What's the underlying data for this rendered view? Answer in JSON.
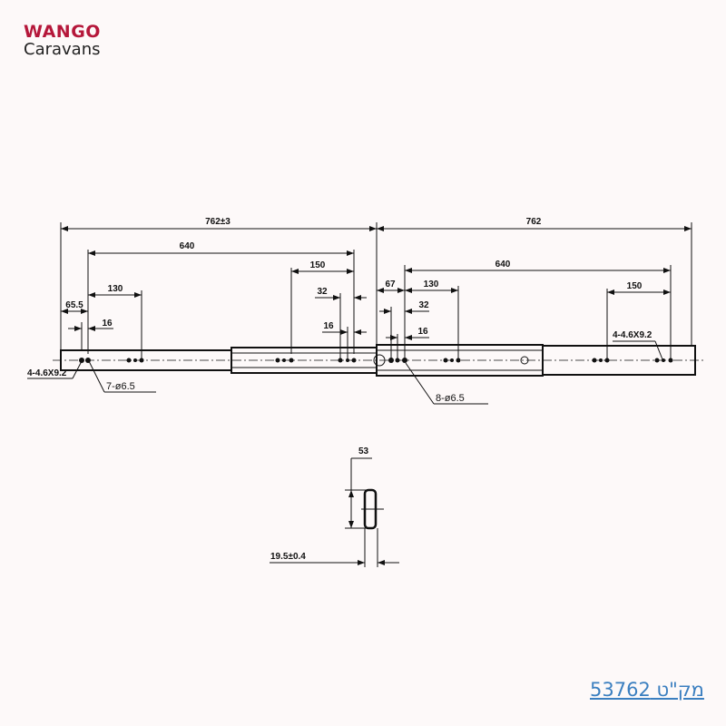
{
  "brand": {
    "line1": "WANGO",
    "line2": "Caravans",
    "accent_color": "#b5173a"
  },
  "drawing": {
    "top_view": {
      "left_overall": "762±3",
      "right_overall": "762",
      "left_640": "640",
      "right_640": "640",
      "left_150": "150",
      "right_150": "150",
      "left_130": "130",
      "right_130": "130",
      "left_65": "65.5",
      "right_67": "67",
      "left_32": "32",
      "right_32": "32",
      "left_16a": "16",
      "left_16b": "16",
      "right_16": "16",
      "slot_left": "4-4.6X9.2",
      "slot_right": "4-4.6X9.2",
      "holes_left": "7-ø6.5",
      "holes_right": "8-ø6.5"
    },
    "section_view": {
      "height": "53",
      "thickness": "19.5±0.4"
    }
  },
  "footer": {
    "sku_label": "מק\"ט 53762",
    "sku_color": "#3b7fc0"
  }
}
